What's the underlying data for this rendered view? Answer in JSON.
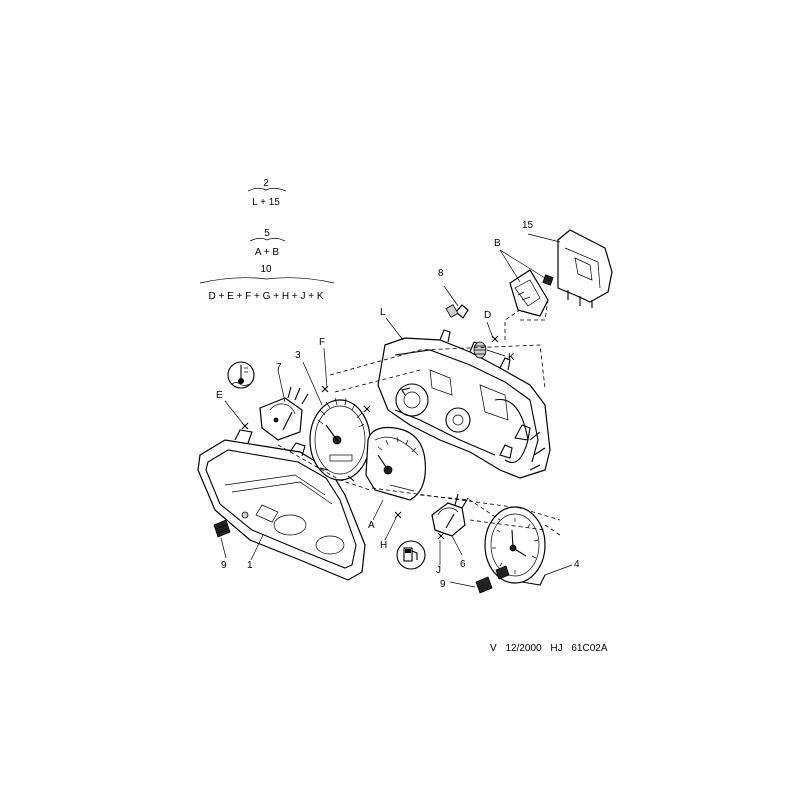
{
  "legend": {
    "group_a": {
      "top": "2",
      "bottom": "L + 15"
    },
    "group_b": {
      "top": "5",
      "bottom": "A + B"
    },
    "group_c": {
      "top": "10",
      "bottom": "D + E + F + G + H + J + K"
    }
  },
  "callouts": {
    "c1": "1",
    "c3": "3",
    "c4": "4",
    "c6": "6",
    "c7": "7",
    "c8": "8",
    "c9a": "9",
    "c9b": "9",
    "c15": "15",
    "cA": "A",
    "cB": "B",
    "cD": "D",
    "cE": "E",
    "cF": "F",
    "cH": "H",
    "cJ": "J",
    "cK": "K",
    "cL": "L"
  },
  "footer": {
    "ref": "V   12/2000   HJ 61C02A"
  },
  "icons": [
    "coolant-temperature-icon",
    "fuel-pump-icon"
  ]
}
